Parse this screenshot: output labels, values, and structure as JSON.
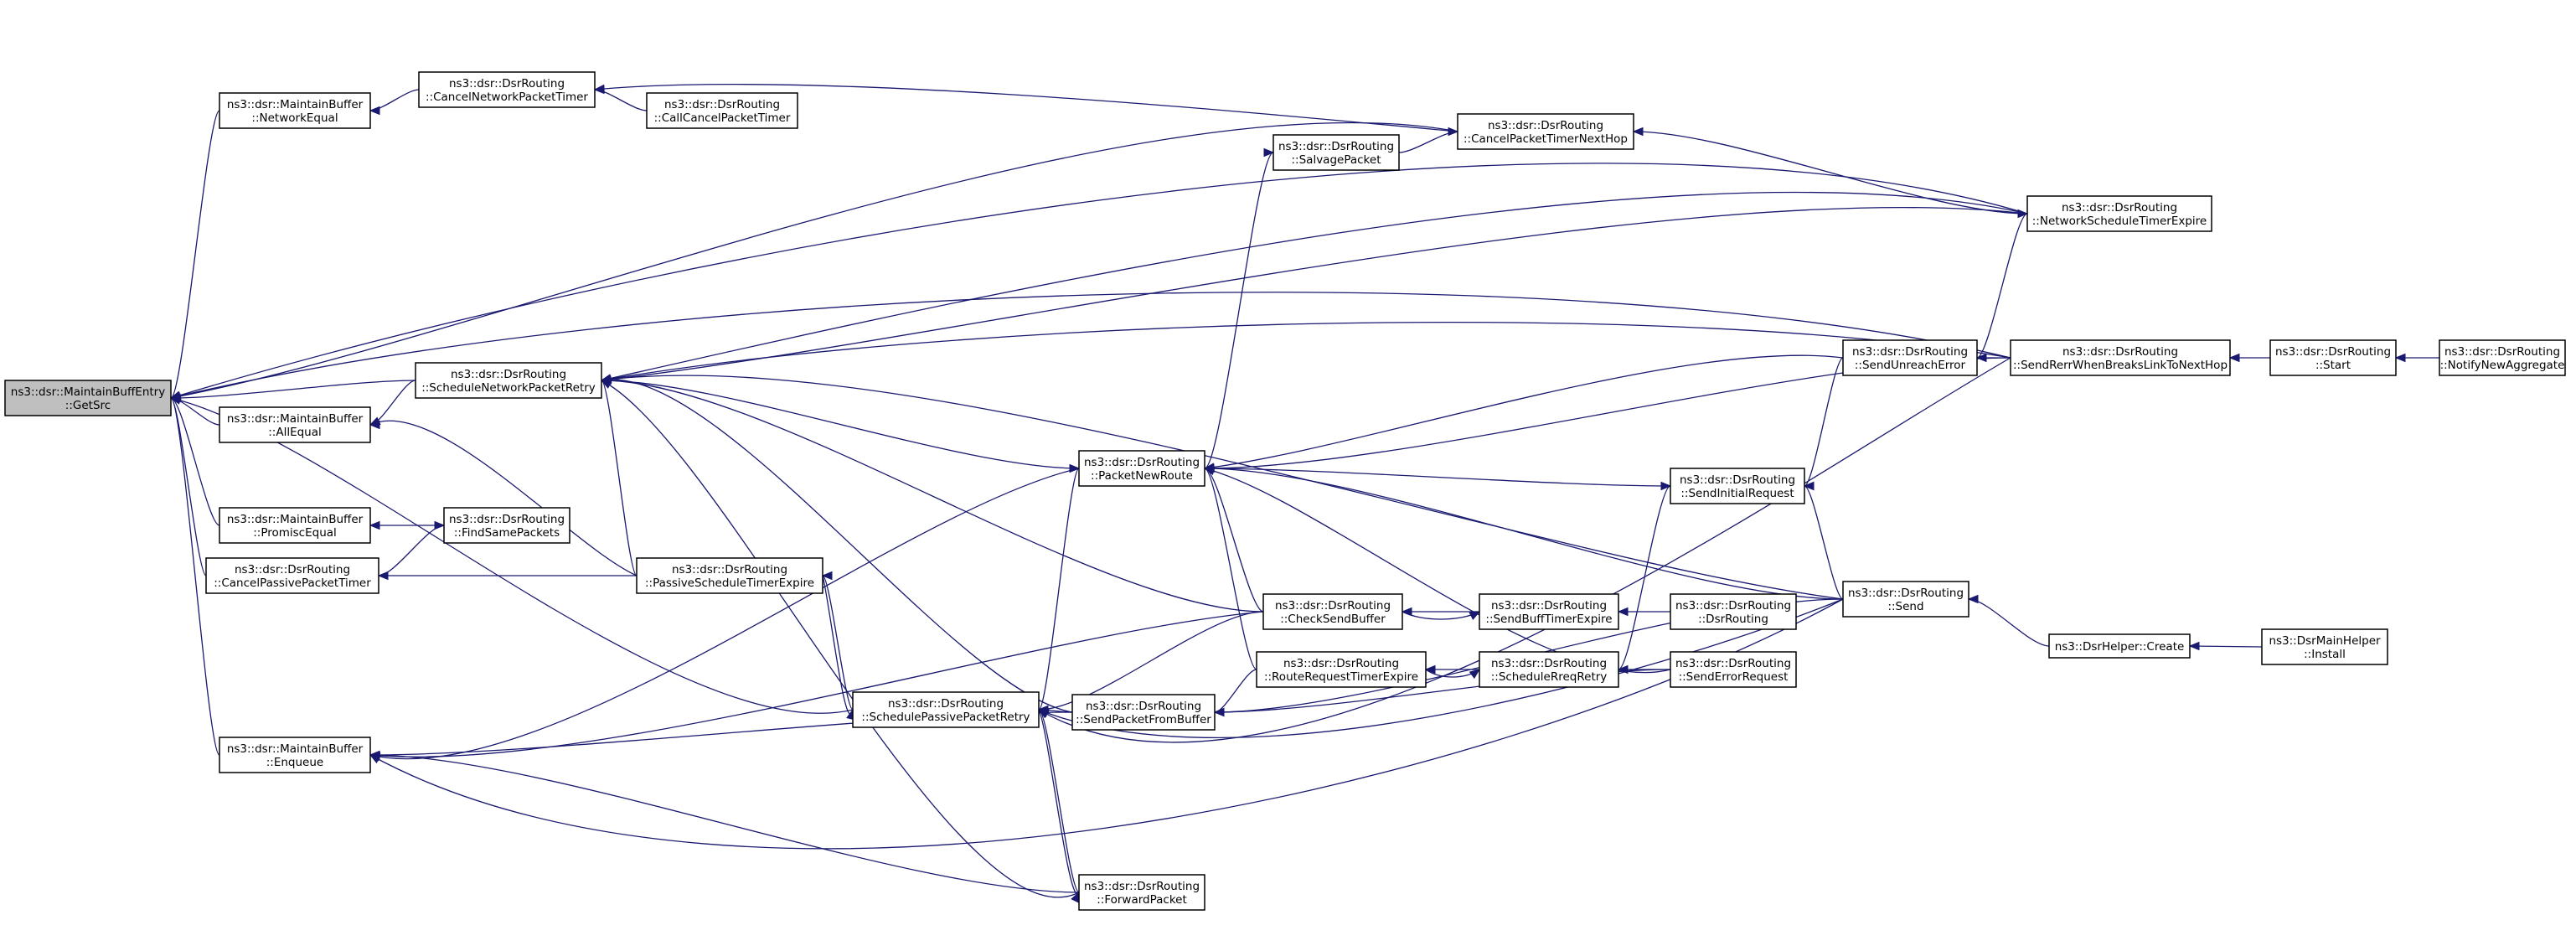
{
  "nodes": [
    {
      "id": "root",
      "lines": [
        "ns3::dsr::MaintainBuffEntry",
        "::GetSrc"
      ],
      "root": true
    },
    {
      "id": "mb_networkequal",
      "lines": [
        "ns3::dsr::MaintainBuffer",
        "::NetworkEqual"
      ]
    },
    {
      "id": "cancelnetworkpackettimer",
      "lines": [
        "ns3::dsr::DsrRouting",
        "::CancelNetworkPacketTimer"
      ]
    },
    {
      "id": "callcancelpackettimer",
      "lines": [
        "ns3::dsr::DsrRouting",
        "::CallCancelPacketTimer"
      ]
    },
    {
      "id": "cancelpackettimernexthop",
      "lines": [
        "ns3::dsr::DsrRouting",
        "::CancelPacketTimerNextHop"
      ]
    },
    {
      "id": "salvagepacket",
      "lines": [
        "ns3::dsr::DsrRouting",
        "::SalvagePacket"
      ]
    },
    {
      "id": "networkscheduletimerexpire",
      "lines": [
        "ns3::dsr::DsrRouting",
        "::NetworkScheduleTimerExpire"
      ]
    },
    {
      "id": "schedulenetworkpacketretry",
      "lines": [
        "ns3::dsr::DsrRouting",
        "::ScheduleNetworkPacketRetry"
      ]
    },
    {
      "id": "mb_allequal",
      "lines": [
        "ns3::dsr::MaintainBuffer",
        "::AllEqual"
      ]
    },
    {
      "id": "mb_promiscequal",
      "lines": [
        "ns3::dsr::MaintainBuffer",
        "::PromiscEqual"
      ]
    },
    {
      "id": "findsamepackets",
      "lines": [
        "ns3::dsr::DsrRouting",
        "::FindSamePackets"
      ]
    },
    {
      "id": "cancelpassivepackettimer",
      "lines": [
        "ns3::dsr::DsrRouting",
        "::CancelPassivePacketTimer"
      ]
    },
    {
      "id": "passivescheduletimerexpire",
      "lines": [
        "ns3::dsr::DsrRouting",
        "::PassiveScheduleTimerExpire"
      ]
    },
    {
      "id": "mb_enqueue",
      "lines": [
        "ns3::dsr::MaintainBuffer",
        "::Enqueue"
      ]
    },
    {
      "id": "packetnewroute",
      "lines": [
        "ns3::dsr::DsrRouting",
        "::PacketNewRoute"
      ]
    },
    {
      "id": "schedulepassivepacketretry",
      "lines": [
        "ns3::dsr::DsrRouting",
        "::SchedulePassivePacketRetry"
      ]
    },
    {
      "id": "sendpacketfrombuffer",
      "lines": [
        "ns3::dsr::DsrRouting",
        "::SendPacketFromBuffer"
      ]
    },
    {
      "id": "forwardpacket",
      "lines": [
        "ns3::dsr::DsrRouting",
        "::ForwardPacket"
      ]
    },
    {
      "id": "checksendbuffer",
      "lines": [
        "ns3::dsr::DsrRouting",
        "::CheckSendBuffer"
      ]
    },
    {
      "id": "routerequesttimerexpire",
      "lines": [
        "ns3::dsr::DsrRouting",
        "::RouteRequestTimerExpire"
      ]
    },
    {
      "id": "sendbufftimerexpire",
      "lines": [
        "ns3::dsr::DsrRouting",
        "::SendBuffTimerExpire"
      ]
    },
    {
      "id": "schedulereqretry",
      "lines": [
        "ns3::dsr::DsrRouting",
        "::ScheduleRreqRetry"
      ]
    },
    {
      "id": "sendinitialrequest",
      "lines": [
        "ns3::dsr::DsrRouting",
        "::SendInitialRequest"
      ]
    },
    {
      "id": "dsrrouting_ctor",
      "lines": [
        "ns3::dsr::DsrRouting",
        "::DsrRouting"
      ]
    },
    {
      "id": "senderrorrequest",
      "lines": [
        "ns3::dsr::DsrRouting",
        "::SendErrorRequest"
      ]
    },
    {
      "id": "sendunreacherror",
      "lines": [
        "ns3::dsr::DsrRouting",
        "::SendUnreachError"
      ]
    },
    {
      "id": "sendrerrwhenbreakslinktonexthop",
      "lines": [
        "ns3::dsr::DsrRouting",
        "::SendRerrWhenBreaksLinkToNextHop"
      ]
    },
    {
      "id": "start",
      "lines": [
        "ns3::dsr::DsrRouting",
        "::Start"
      ]
    },
    {
      "id": "notifynewaggregate",
      "lines": [
        "ns3::dsr::DsrRouting",
        "::NotifyNewAggregate"
      ]
    },
    {
      "id": "send",
      "lines": [
        "ns3::dsr::DsrRouting",
        "::Send"
      ]
    },
    {
      "id": "dsrhelper_create",
      "lines": [
        "ns3::DsrHelper::Create"
      ]
    },
    {
      "id": "dsrmainhelper_install",
      "lines": [
        "ns3::DsrMainHelper",
        "::Install"
      ]
    }
  ],
  "colors": {
    "edge": "#191970",
    "node_border": "#000000",
    "root_fill": "#bfbfbf",
    "node_fill": "#ffffff"
  }
}
